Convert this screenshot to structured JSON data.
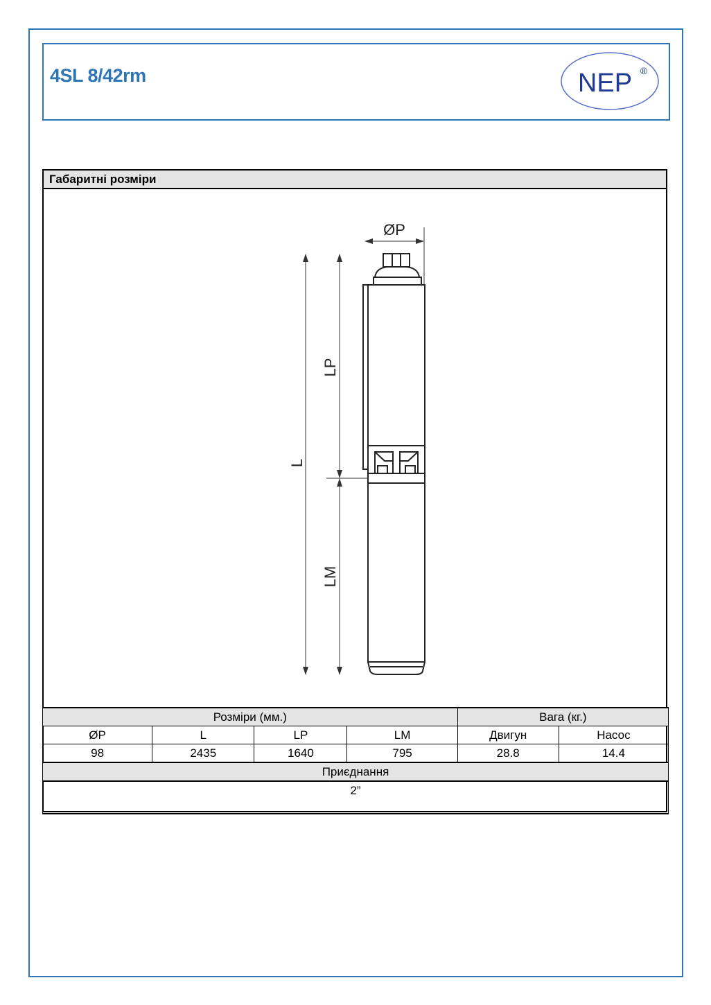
{
  "header": {
    "title": "4SL 8/42rm",
    "logo_text": "NEP",
    "logo_mark": "®"
  },
  "section": {
    "title": "Габаритні розміри"
  },
  "diagram": {
    "labels": {
      "diameter": "ØP",
      "total_length": "L",
      "pump_length": "LP",
      "motor_length": "LM"
    }
  },
  "table": {
    "group_dimensions": "Розміри (мм.)",
    "group_weight": "Вага (кг.)",
    "headers": [
      "ØP",
      "L",
      "LP",
      "LM",
      "Двигун",
      "Насос"
    ],
    "values": [
      "98",
      "2435",
      "1640",
      "795",
      "28.8",
      "14.4"
    ],
    "connection_label": "Приєднання",
    "connection_value": "2”"
  },
  "colors": {
    "accent": "#2e75b6",
    "header_fill": "#e4e4e4",
    "logo": "#1f3a93"
  }
}
